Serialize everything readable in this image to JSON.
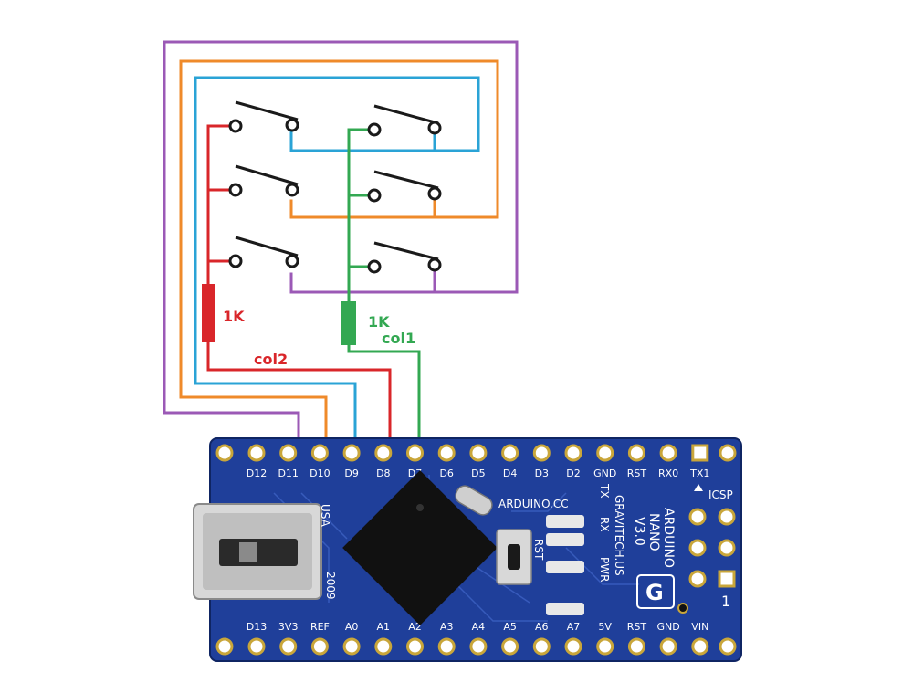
{
  "colors": {
    "purple": "#9b59b6",
    "orange": "#ef8a2a",
    "blue": "#2aa3d6",
    "red": "#d9262a",
    "green": "#33a852",
    "board": "#1f3f9a",
    "board_dark": "#152d73"
  },
  "labels": {
    "r_left": "1K",
    "r_right": "1K",
    "col1": "col1",
    "col2": "col2"
  },
  "board": {
    "top_pins": [
      "D12",
      "D11",
      "D10",
      "D9",
      "D8",
      "D7",
      "D6",
      "D5",
      "D4",
      "D3",
      "D2",
      "GND",
      "RST",
      "RX0",
      "TX1"
    ],
    "bottom_pins": [
      "D13",
      "3V3",
      "REF",
      "A0",
      "A1",
      "A2",
      "A3",
      "A4",
      "A5",
      "A6",
      "A7",
      "5V",
      "RST",
      "GND",
      "VIN"
    ],
    "texts": {
      "usa": "USA",
      "year": "2009",
      "site": "ARDUINO.CC",
      "brand1": "ARDUINO",
      "brand2": "NANO",
      "brand3": "V3.0",
      "maker": "GRAVITECH.US",
      "led_tx": "TX",
      "led_rx": "RX",
      "led_pwr": "PWR",
      "rst": "RST",
      "icsp": "ICSP",
      "one": "1",
      "logo": "G"
    }
  }
}
